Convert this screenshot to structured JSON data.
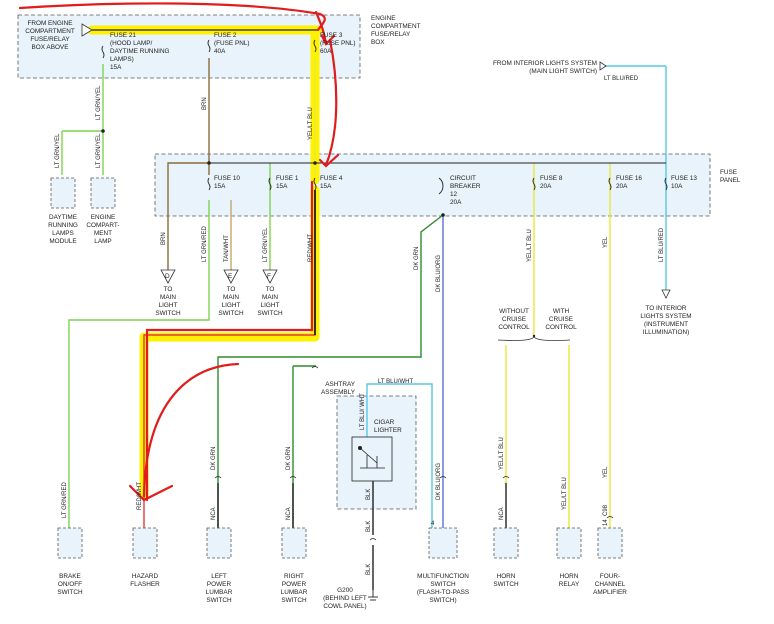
{
  "colors": {
    "lt_grn": "#7fd44f",
    "brn": "#8b6b3a",
    "yel": "#e8e83a",
    "dk_grn": "#2e8b2e",
    "blu": "#5b6fd6",
    "lt_blu": "#56c8e6",
    "highlight": "#fff200",
    "markup": "#e21b1b",
    "box_fill": "#e8f3fb"
  },
  "engine_box": {
    "label_lines": [
      "ENGINE",
      "COMPARTMENT",
      "FUSE/RELAY",
      "BOX"
    ],
    "from_lines": [
      "FROM ENGINE",
      "COMPARTMENT",
      "FUSE/RELAY",
      "BOX ABOVE"
    ],
    "fuse21_lines": [
      "FUSE 21",
      "(HOOD LAMP/",
      "DAYTIME RUNNING",
      "LAMPS)",
      "15A"
    ],
    "fuse2_lines": [
      "FUSE 2",
      "(FUSE PNL)",
      "40A"
    ],
    "fuse3_lines": [
      "FUSE 3",
      "(FUSE PNL)",
      "60A"
    ]
  },
  "fuse_panel": {
    "label_lines": [
      "FUSE",
      "PANEL"
    ],
    "fuse10_lines": [
      "FUSE 10",
      "15A"
    ],
    "fuse1_lines": [
      "FUSE 1",
      "15A"
    ],
    "fuse4_lines": [
      "FUSE 4",
      "15A"
    ],
    "breaker_lines": [
      "CIRCUIT",
      "BREAKER",
      "12",
      "20A"
    ],
    "fuse8_lines": [
      "FUSE 8",
      "20A"
    ],
    "fuse16_lines": [
      "FUSE 16",
      "20A"
    ],
    "fuse13_lines": [
      "FUSE 13",
      "10A"
    ]
  },
  "interior_lights_from_lines": [
    "FROM INTERIOR LIGHTS SYSTEM",
    "(MAIN LIGHT SWITCH)"
  ],
  "interior_lights_to_lines": [
    "TO INTERIOR",
    "LIGHTS SYSTEM",
    "(INSTRUMENT",
    "ILLUMINATION)"
  ],
  "wire_labels": {
    "lt_grn_yel_top": "LT GRN/YEL",
    "brn_top": "BRN",
    "yel_lt_blu_top": "YEL/LT BLU",
    "lt_grn_yel_1": "LT GRN/YEL",
    "lt_grn_yel_2": "LT GRN/YEL",
    "lt_blu_red_top": "LT BLU/RED",
    "brn_low": "BRN",
    "lt_grn_red": "LT GRN/RED",
    "tan_wht": "TAN/WHT",
    "lt_grn_yel_3": "LT GRN/YEL",
    "red_wht": "RED/WHT",
    "dk_grn": "DK GRN",
    "dk_blu_org": "DK BLU/ORG",
    "yel_lt_blu_mid": "YEL/LT BLU",
    "yel_mid": "YEL",
    "lt_blu_red_mid": "LT BLU/RED",
    "lt_grn_red_low": "LT GRN/RED",
    "red_wht_low": "RED/WHT",
    "dk_grn_left": "DK GRN",
    "dk_grn_right": "DK GRN",
    "lt_blu_wht": "LT BLU/WHT",
    "lt_blu_wht_2": "LT BLU/ WHT",
    "dk_blu_org_low": "DK BLU/ORG",
    "yel_lt_blu_horn": "YEL/LT BLU",
    "yel_lt_blu_relay": "YEL/LT BLU",
    "yel_low": "YEL",
    "blk_1": "BLK",
    "blk_2": "BLK",
    "blk_3": "BLK",
    "nca_1": "NCA",
    "nca_2": "NCA",
    "nca_3": "NCA",
    "c98": "C98",
    "pin4": "4",
    "pin14": "14"
  },
  "main_light_refs": [
    {
      "letter": "D",
      "lines": [
        "TO",
        "MAIN",
        "LIGHT",
        "SWITCH"
      ]
    },
    {
      "letter": "E",
      "lines": [
        "TO",
        "MAIN",
        "LIGHT",
        "SWITCH"
      ]
    },
    {
      "letter": "F",
      "lines": [
        "TO",
        "MAIN",
        "LIGHT",
        "SWITCH"
      ]
    }
  ],
  "cruise": {
    "without_lines": [
      "WITHOUT",
      "CRUISE",
      "CONTROL"
    ],
    "with_lines": [
      "WITH",
      "CRUISE",
      "CONTROL"
    ]
  },
  "ashtray": {
    "label_lines": [
      "ASHTRAY",
      "ASSEMBLY"
    ],
    "lighter_lines": [
      "CIGAR",
      "LIGHTER"
    ]
  },
  "ground": {
    "lines": [
      "G200",
      "(BEHIND LEFT",
      "COWL PANEL)"
    ]
  },
  "components": [
    {
      "name": "daytime-running-lamps-module",
      "lines": [
        "DAYTIME",
        "RUNNING",
        "LAMPS",
        "MODULE"
      ]
    },
    {
      "name": "engine-compartment-lamp",
      "lines": [
        "ENGINE",
        "COMPART-",
        "MENT",
        "LAMP"
      ]
    },
    {
      "name": "brake-on-off-switch",
      "lines": [
        "BRAKE",
        "ON/OFF",
        "SWITCH"
      ]
    },
    {
      "name": "hazard-flasher",
      "lines": [
        "HAZARD",
        "FLASHER"
      ]
    },
    {
      "name": "left-power-lumbar-switch",
      "lines": [
        "LEFT",
        "POWER",
        "LUMBAR",
        "SWITCH"
      ]
    },
    {
      "name": "right-power-lumbar-switch",
      "lines": [
        "RIGHT",
        "POWER",
        "LUMBAR",
        "SWITCH"
      ]
    },
    {
      "name": "multifunction-switch",
      "lines": [
        "MULTIFUNCTION",
        "SWITCH",
        "(FLASH-TO-PASS",
        "SWITCH)"
      ]
    },
    {
      "name": "horn-switch",
      "lines": [
        "HORN",
        "SWITCH"
      ]
    },
    {
      "name": "horn-relay",
      "lines": [
        "HORN",
        "RELAY"
      ]
    },
    {
      "name": "four-channel-amplifier",
      "lines": [
        "FOUR-",
        "CHANNEL",
        "AMPLIFIER"
      ]
    }
  ]
}
